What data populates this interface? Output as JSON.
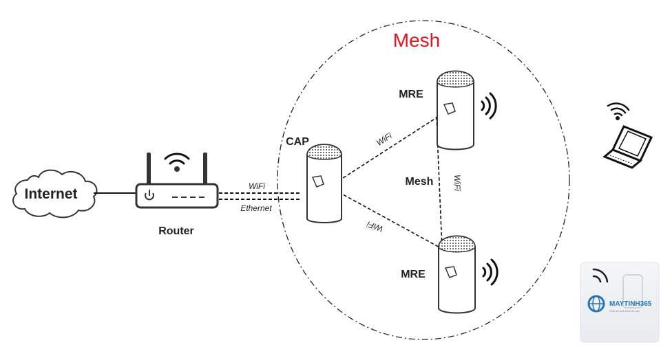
{
  "title": "Mesh",
  "nodes": {
    "internet": "Internet",
    "router": "Router",
    "cap": "CAP",
    "mre_top": "MRE",
    "mre_bottom": "MRE",
    "mesh_center": "Mesh"
  },
  "links": {
    "router_cap_wifi": "WiFi",
    "router_cap_ethernet": "Ethernet",
    "cap_mre_top": "WiFi",
    "cap_mre_bottom": "WiFi",
    "mre_mre": "WiFi"
  },
  "watermark": {
    "brand": "MAYTINH365",
    "tagline": "Chia sẻ kiến thức tin học"
  },
  "colors": {
    "title": "#e8141c",
    "line": "#111111",
    "watermark_blue": "#1a6fb0"
  }
}
